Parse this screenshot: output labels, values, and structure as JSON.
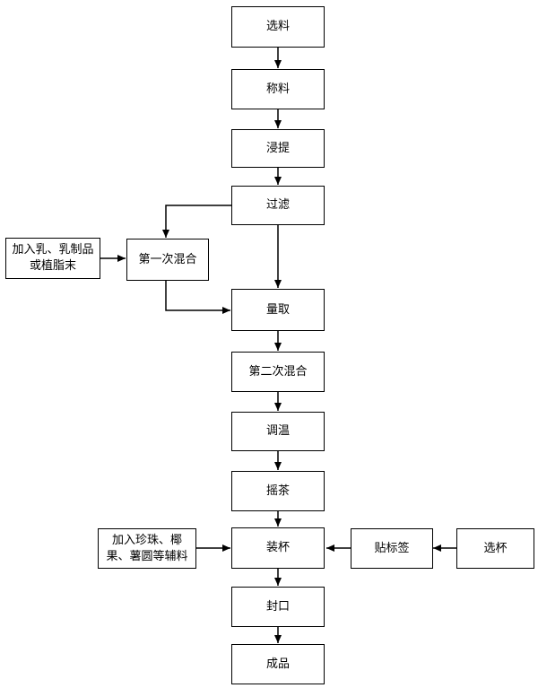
{
  "nodes": {
    "select_material": "选料",
    "weigh_material": "称料",
    "extract": "浸提",
    "filter": "过滤",
    "add_milk": "加入乳、乳制品或植脂末",
    "first_mix": "第一次混合",
    "measure": "量取",
    "second_mix": "第二次混合",
    "adjust_temp": "调温",
    "shake_tea": "摇茶",
    "add_toppings": "加入珍珠、椰果、薯圆等辅料",
    "fill_cup": "装杯",
    "label": "贴标签",
    "select_cup": "选杯",
    "seal": "封口",
    "product": "成品"
  }
}
